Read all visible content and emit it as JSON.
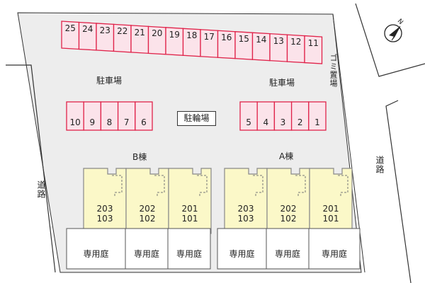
{
  "parking_north": {
    "label": "駐車場",
    "spaces": [
      "25",
      "24",
      "23",
      "22",
      "21",
      "20",
      "19",
      "18",
      "17",
      "16",
      "15",
      "14",
      "13",
      "12",
      "11"
    ]
  },
  "parking_west": {
    "label": "駐車場",
    "spaces": [
      "10",
      "9",
      "8",
      "7",
      "6"
    ]
  },
  "parking_east": {
    "label": "駐車場",
    "spaces": [
      "5",
      "4",
      "3",
      "2",
      "1"
    ]
  },
  "bicycle_parking": "駐輪場",
  "garbage_area": "ゴミ置場",
  "roads": {
    "west": "道路",
    "east": "道路"
  },
  "building_b": {
    "label": "B棟",
    "units": [
      {
        "upper": "203",
        "lower": "103"
      },
      {
        "upper": "202",
        "lower": "102"
      },
      {
        "upper": "201",
        "lower": "101"
      }
    ]
  },
  "building_a": {
    "label": "A棟",
    "units": [
      {
        "upper": "203",
        "lower": "103"
      },
      {
        "upper": "202",
        "lower": "102"
      },
      {
        "upper": "201",
        "lower": "101"
      }
    ]
  },
  "private_gardens": [
    "専用庭",
    "専用庭",
    "専用庭",
    "専用庭",
    "専用庭",
    "専用庭"
  ],
  "north_arrow": "N",
  "colors": {
    "lot": "#ededed",
    "parking_stroke": "#e0234a",
    "parking_fill": "#fbe3ea",
    "building_fill": "#fbf8c8",
    "building_stroke": "#888888",
    "road_line": "#333333"
  }
}
